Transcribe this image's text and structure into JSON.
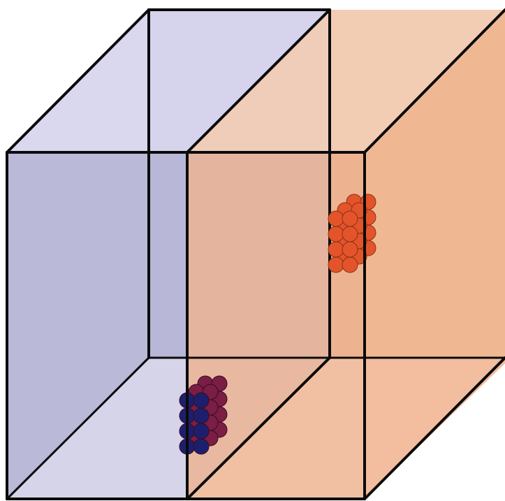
{
  "figure": {
    "description_free": true
  },
  "colors": {
    "background": "#ffffff",
    "left_box_face": "#b9b8d8",
    "left_box_top": "#d4d2ea",
    "right_box_face": "#eeb08e",
    "right_box_top": "#f3c8ae",
    "right_box_side": "#eca982",
    "edge": "#0b0b0b",
    "cluster_orange": "#e4542a",
    "cluster_orange_edge": "#8a3214",
    "cluster_purple": "#7a1e45",
    "cluster_blue": "#1d1f6e",
    "cluster_purple_edge": "#3a0a20"
  },
  "elements": {
    "left_compartment": "left-compartment",
    "right_compartment": "right-compartment",
    "orange_cluster": "orange-particle-cluster",
    "purple_cluster": "purple-particle-cluster"
  },
  "clusters": {
    "orange_count": 24,
    "purple_count": 24
  }
}
